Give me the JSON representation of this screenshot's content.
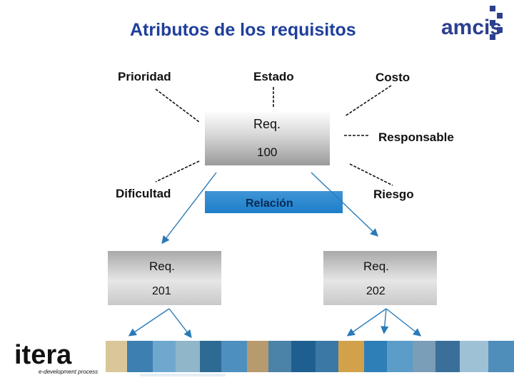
{
  "title": "Atributos de los requisitos",
  "attributes": {
    "prioridad": "Prioridad",
    "estado": "Estado",
    "costo": "Costo",
    "responsable": "Responsable",
    "dificultad": "Dificultad",
    "riesgo": "Riesgo"
  },
  "center_req": {
    "line1": "Req.",
    "line2": "100"
  },
  "relation_label": "Relación",
  "req_left": {
    "line1": "Req.",
    "line2": "201"
  },
  "req_right": {
    "line1": "Req.",
    "line2": "202"
  },
  "logo_text": "amcis",
  "brand": {
    "name": "itera",
    "tagline": "e-development process"
  },
  "colors": {
    "title": "#1f3f9c",
    "relation_fill": "#1d7fc9",
    "arrow": "#2a7ab8",
    "logo_blue": "#2c3f8f"
  }
}
